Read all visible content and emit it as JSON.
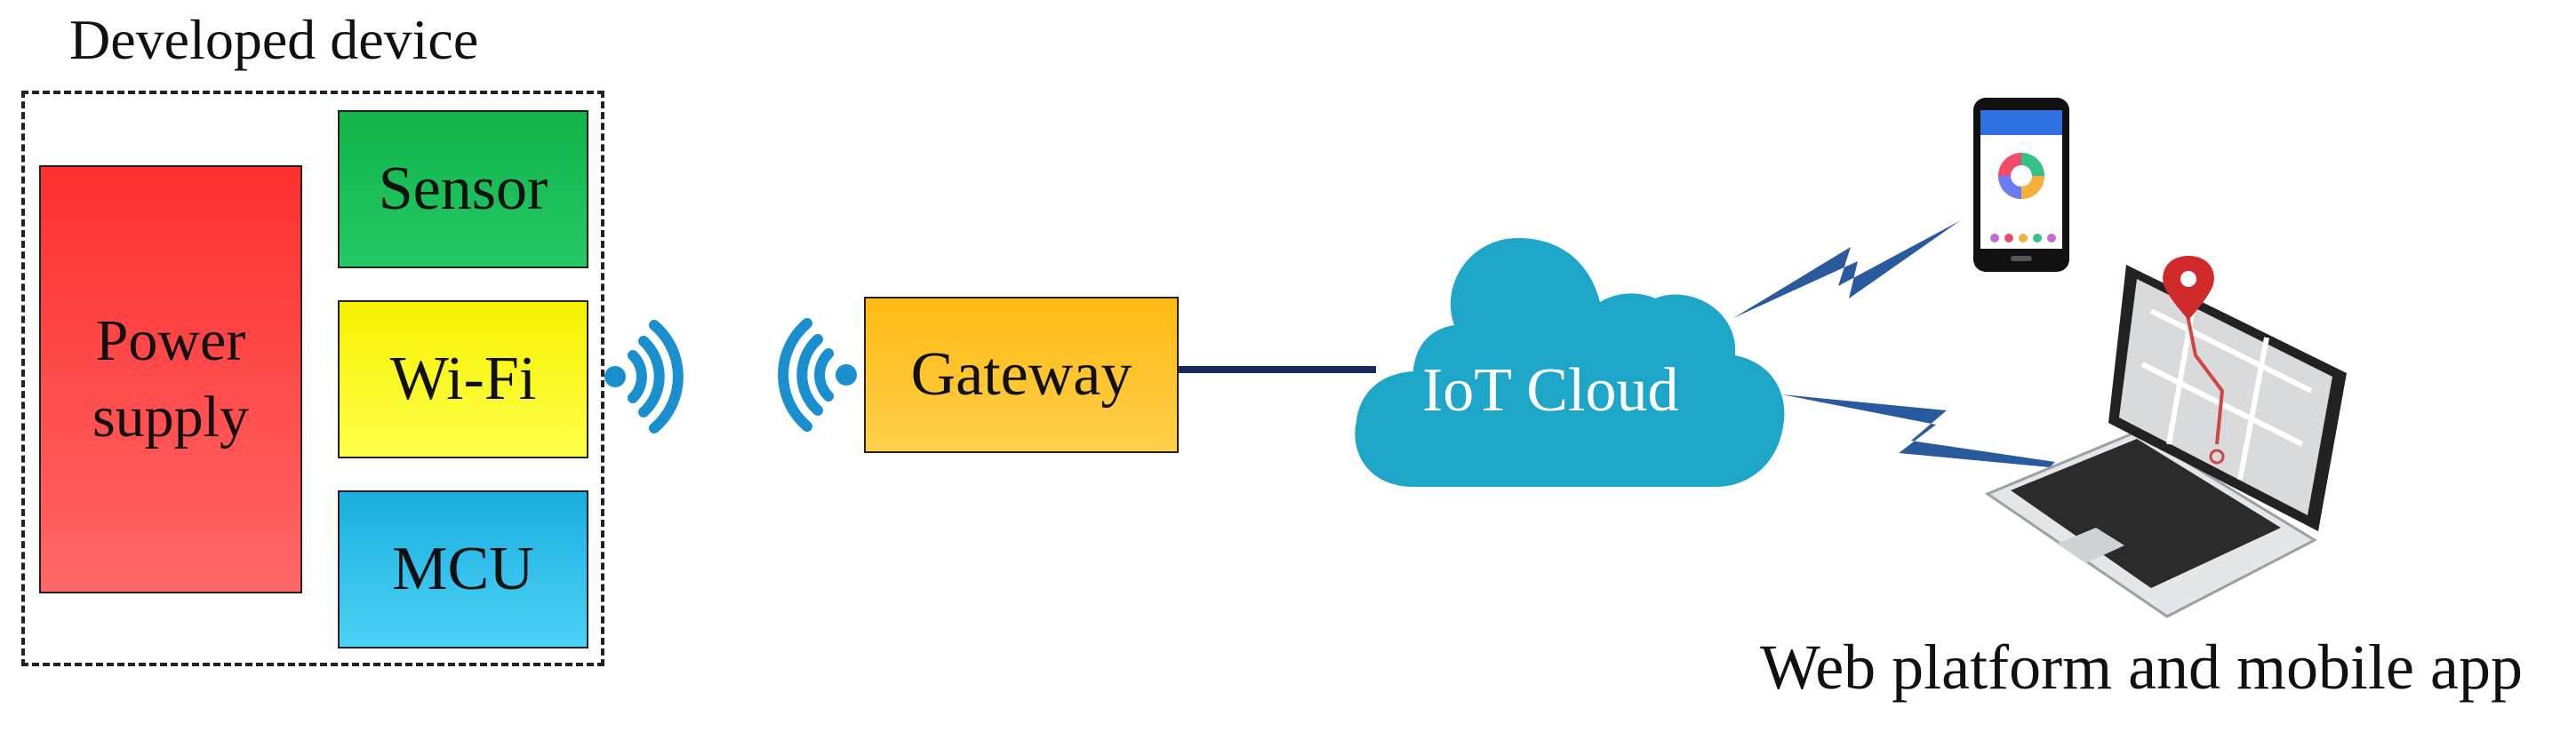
{
  "device": {
    "title": "Developed device",
    "power_label": "Power\nsupply",
    "sensor_label": "Sensor",
    "wifi_label": "Wi-Fi",
    "mcu_label": "MCU"
  },
  "gateway": {
    "label": "Gateway"
  },
  "cloud": {
    "label": "IoT Cloud"
  },
  "clients": {
    "label": "Web platform and mobile app"
  },
  "icons": {
    "device_signal": "wifi-signal-icon",
    "gateway_signal": "wifi-signal-icon",
    "phone": "smartphone-icon",
    "laptop": "laptop-map-icon",
    "cloud": "cloud-icon",
    "wireless_links": "lightning-bolt-link-icon"
  },
  "colors": {
    "power": "#ff3b3b",
    "sensor": "#18b852",
    "wifi": "#ffff1a",
    "mcu": "#23bdeb",
    "gateway": "#ffc21a",
    "cloud": "#1ea6c8",
    "signal": "#1a8fd0",
    "link_dark": "#1a2a5a",
    "bolt": "#2a5a9e"
  }
}
